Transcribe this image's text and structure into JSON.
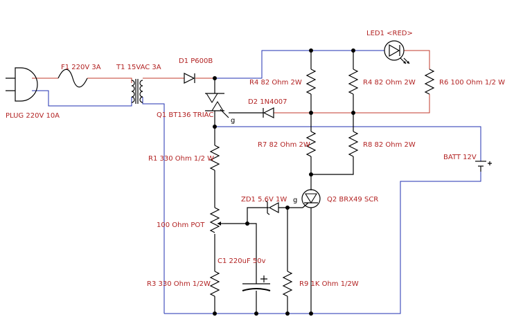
{
  "components": {
    "plug": "PLUG 220V 10A",
    "fuse": "F1 220V 3A",
    "transformer": "T1 15VAC 3A",
    "diode1": "D1 P600B",
    "diode2": "D2 1N4007",
    "triac": "Q1 BT136 TRIAC",
    "triac_gate": "g",
    "led": "LED1 <RED>",
    "r4a": "R4 82 Ohm 2W",
    "r4b": "R4 82 Ohm 2W",
    "r6": "R6 100 Ohm 1/2 W",
    "r7": "R7 82 Ohm 2W",
    "r8": "R8 82 Ohm 2W",
    "battery": "BATT 12V",
    "r1": "R1 330 Ohm 1/2 W",
    "zener": "ZD1 5.6V 1W",
    "scr_gate": "g",
    "scr": "Q2 BRX49 SCR",
    "pot": "100 Ohm POT",
    "cap": "C1 220uF 50v",
    "r3": "R3 330 Ohm 1/2W",
    "r9": "R9 1K Ohm 1/2W"
  },
  "colors": {
    "wire_red": "#c0392b",
    "wire_blue": "#1f2fb0",
    "label_red": "#b22222"
  }
}
